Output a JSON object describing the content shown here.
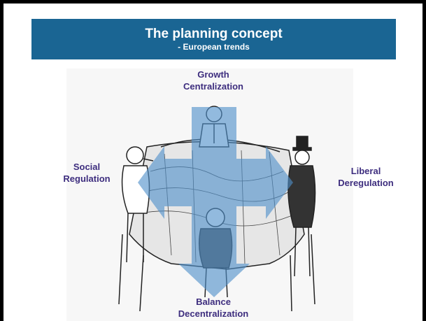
{
  "title": "The planning concept",
  "subtitle": "-  European trends",
  "labels": {
    "top": [
      "Growth",
      "Centralization"
    ],
    "left": [
      "Social",
      "Regulation"
    ],
    "right": [
      "Liberal",
      "Deregulation"
    ],
    "bottom": [
      "Balance",
      "Decentralization"
    ]
  },
  "colors": {
    "title_bar": "#1a6593",
    "label_text": "#3d2d7e",
    "cross_fill": "#4f8fc9",
    "frame": "#000000"
  },
  "icons": [
    "people-holding-map-illustration",
    "cross-arrows-icon"
  ]
}
